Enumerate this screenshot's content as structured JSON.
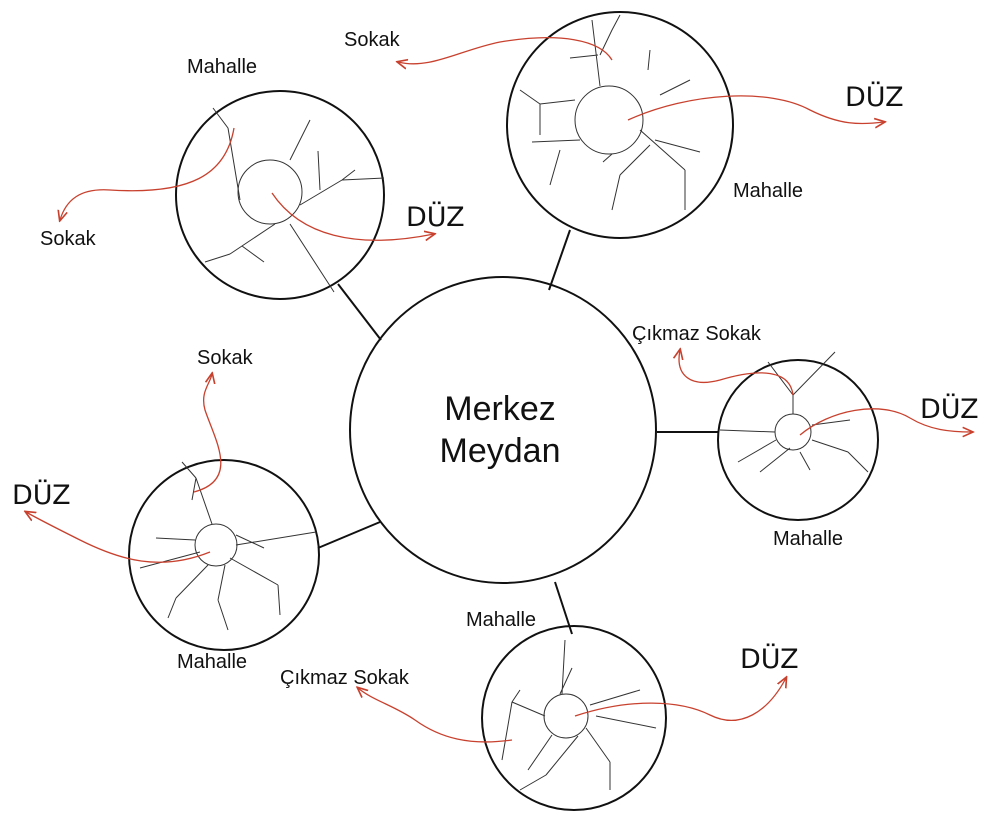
{
  "center": {
    "line1": "Merkez",
    "line2": "Meydan"
  },
  "labels": {
    "mahalle": "Mahalle",
    "sokak": "Sokak",
    "cikmaz_sokak": "Çıkmaz Sokak",
    "duz": "DÜZ"
  },
  "colors": {
    "flow": "#c8412e",
    "outline": "#111111"
  }
}
